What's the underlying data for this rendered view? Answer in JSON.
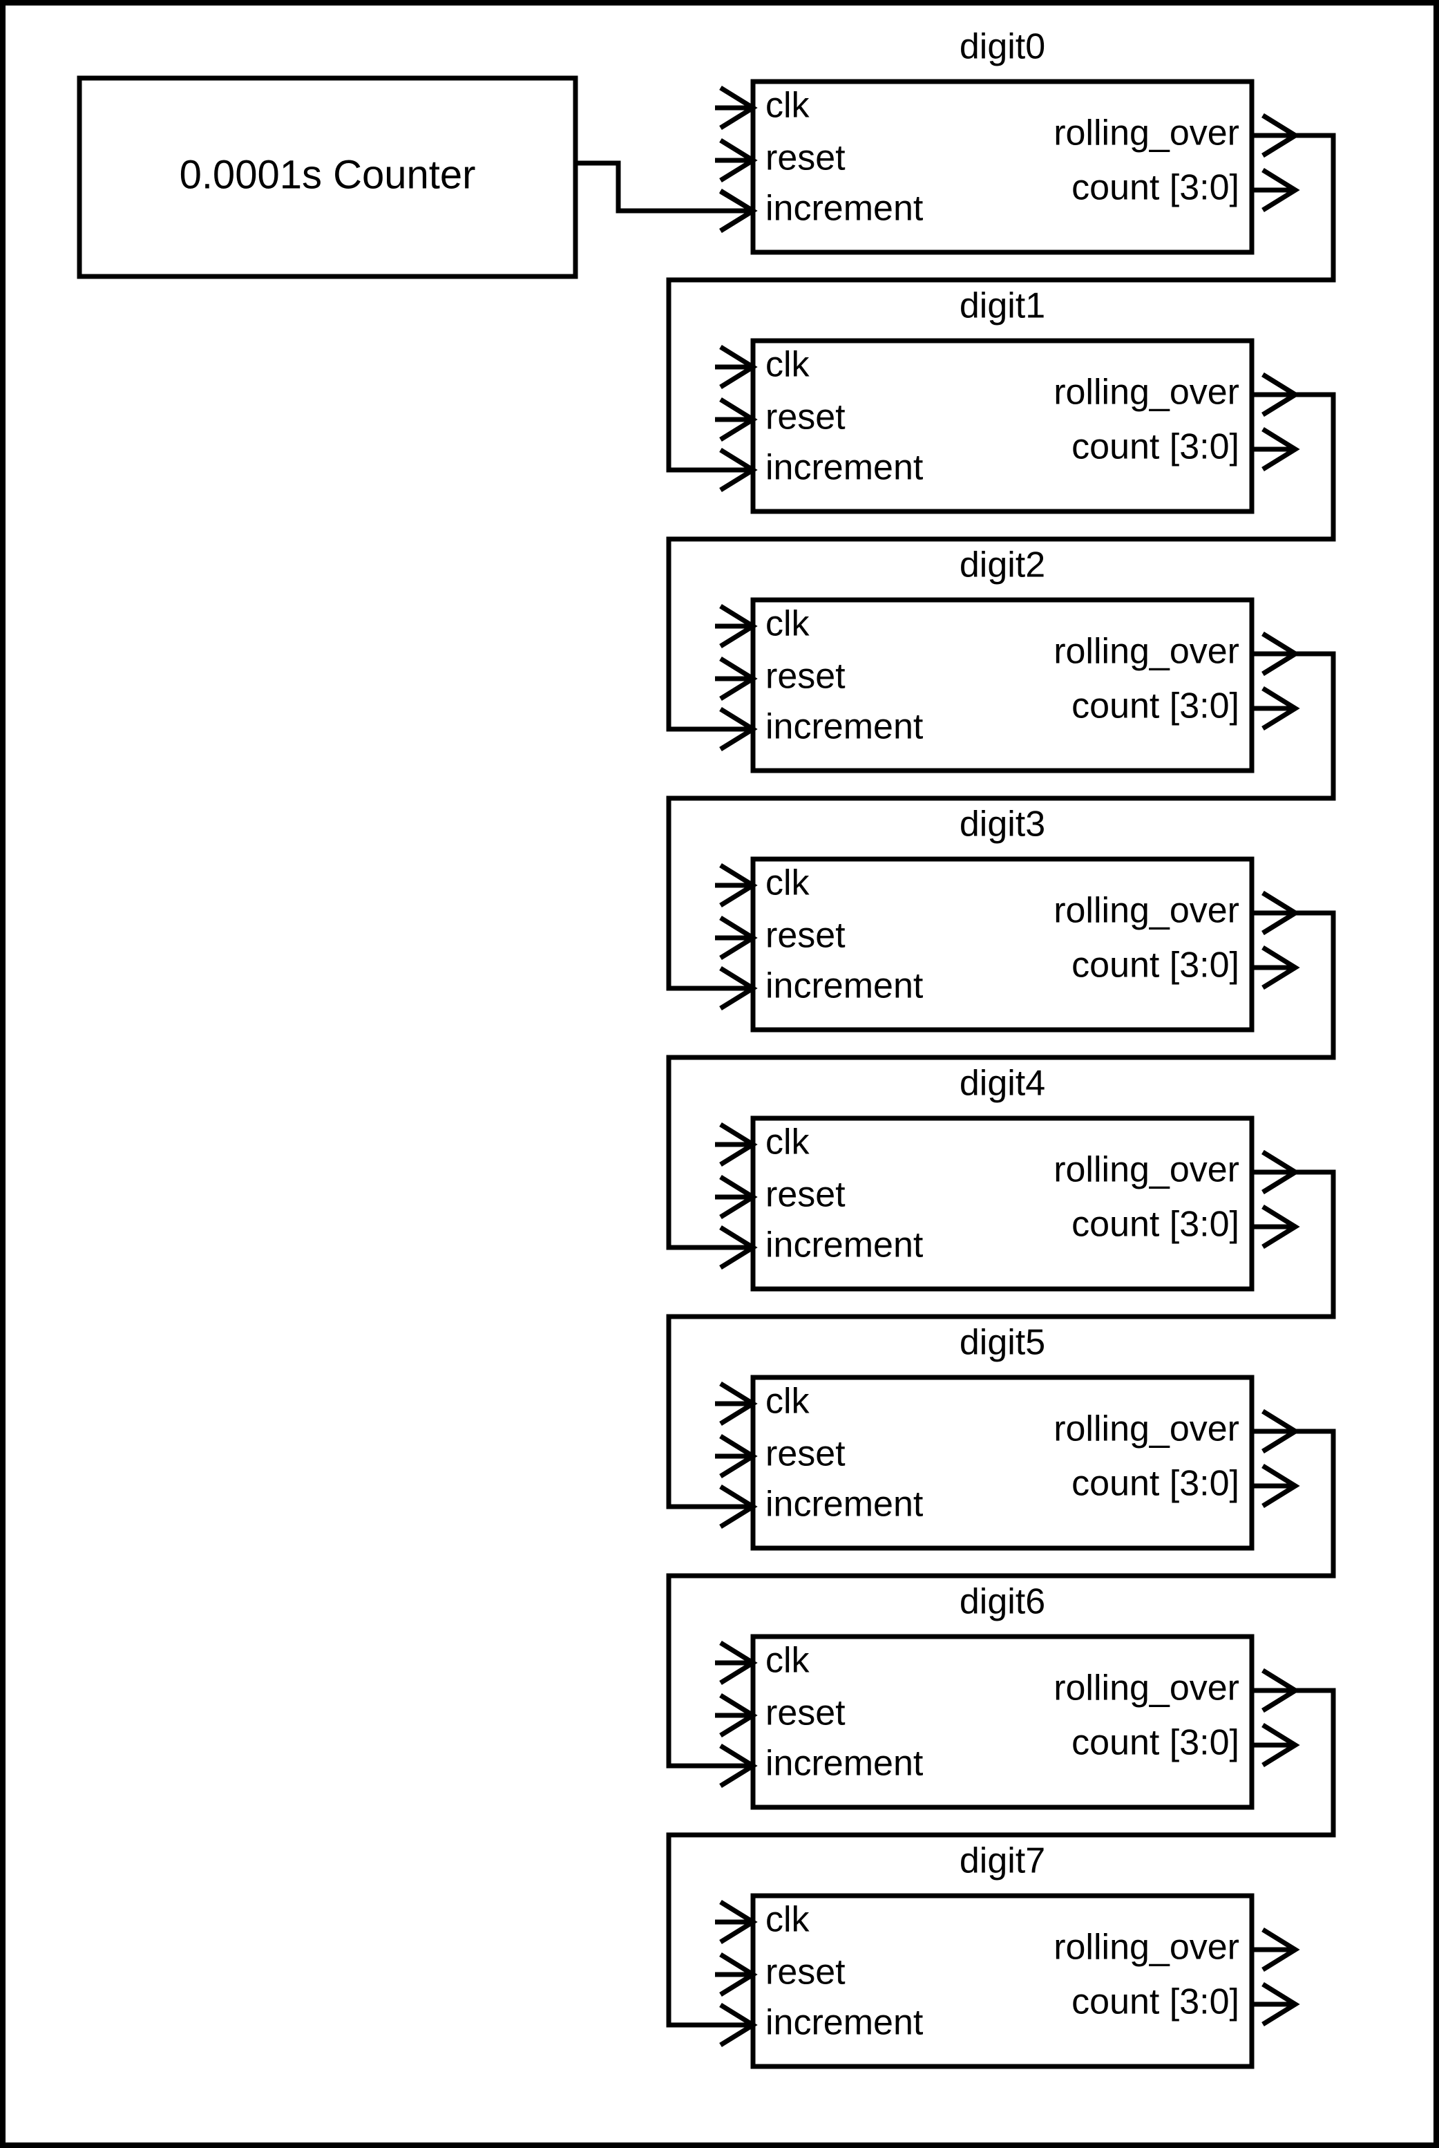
{
  "diagram": {
    "title_text": "0.0001s Counter",
    "counter_block": {
      "label": "0.0001s Counter"
    },
    "port_labels": {
      "clk": "clk",
      "reset": "reset",
      "increment": "increment",
      "rolling_over": "rolling_over",
      "count": "count [3:0]"
    },
    "colors": {
      "line": "#000000",
      "background": "#ffffff",
      "text": "#000000"
    },
    "digits": [
      {
        "name": "digit0",
        "inputs": [
          "clk",
          "reset",
          "increment"
        ],
        "outputs": [
          "rolling_over",
          "count [3:0]"
        ]
      },
      {
        "name": "digit1",
        "inputs": [
          "clk",
          "reset",
          "increment"
        ],
        "outputs": [
          "rolling_over",
          "count [3:0]"
        ]
      },
      {
        "name": "digit2",
        "inputs": [
          "clk",
          "reset",
          "increment"
        ],
        "outputs": [
          "rolling_over",
          "count [3:0]"
        ]
      },
      {
        "name": "digit3",
        "inputs": [
          "clk",
          "reset",
          "increment"
        ],
        "outputs": [
          "rolling_over",
          "count [3:0]"
        ]
      },
      {
        "name": "digit4",
        "inputs": [
          "clk",
          "reset",
          "increment"
        ],
        "outputs": [
          "rolling_over",
          "count [3:0]"
        ]
      },
      {
        "name": "digit5",
        "inputs": [
          "clk",
          "reset",
          "increment"
        ],
        "outputs": [
          "rolling_over",
          "count [3:0]"
        ]
      },
      {
        "name": "digit6",
        "inputs": [
          "clk",
          "reset",
          "increment"
        ],
        "outputs": [
          "rolling_over",
          "count [3:0]"
        ]
      },
      {
        "name": "digit7",
        "inputs": [
          "clk",
          "reset",
          "increment"
        ],
        "outputs": [
          "rolling_over",
          "count [3:0]"
        ]
      }
    ]
  }
}
